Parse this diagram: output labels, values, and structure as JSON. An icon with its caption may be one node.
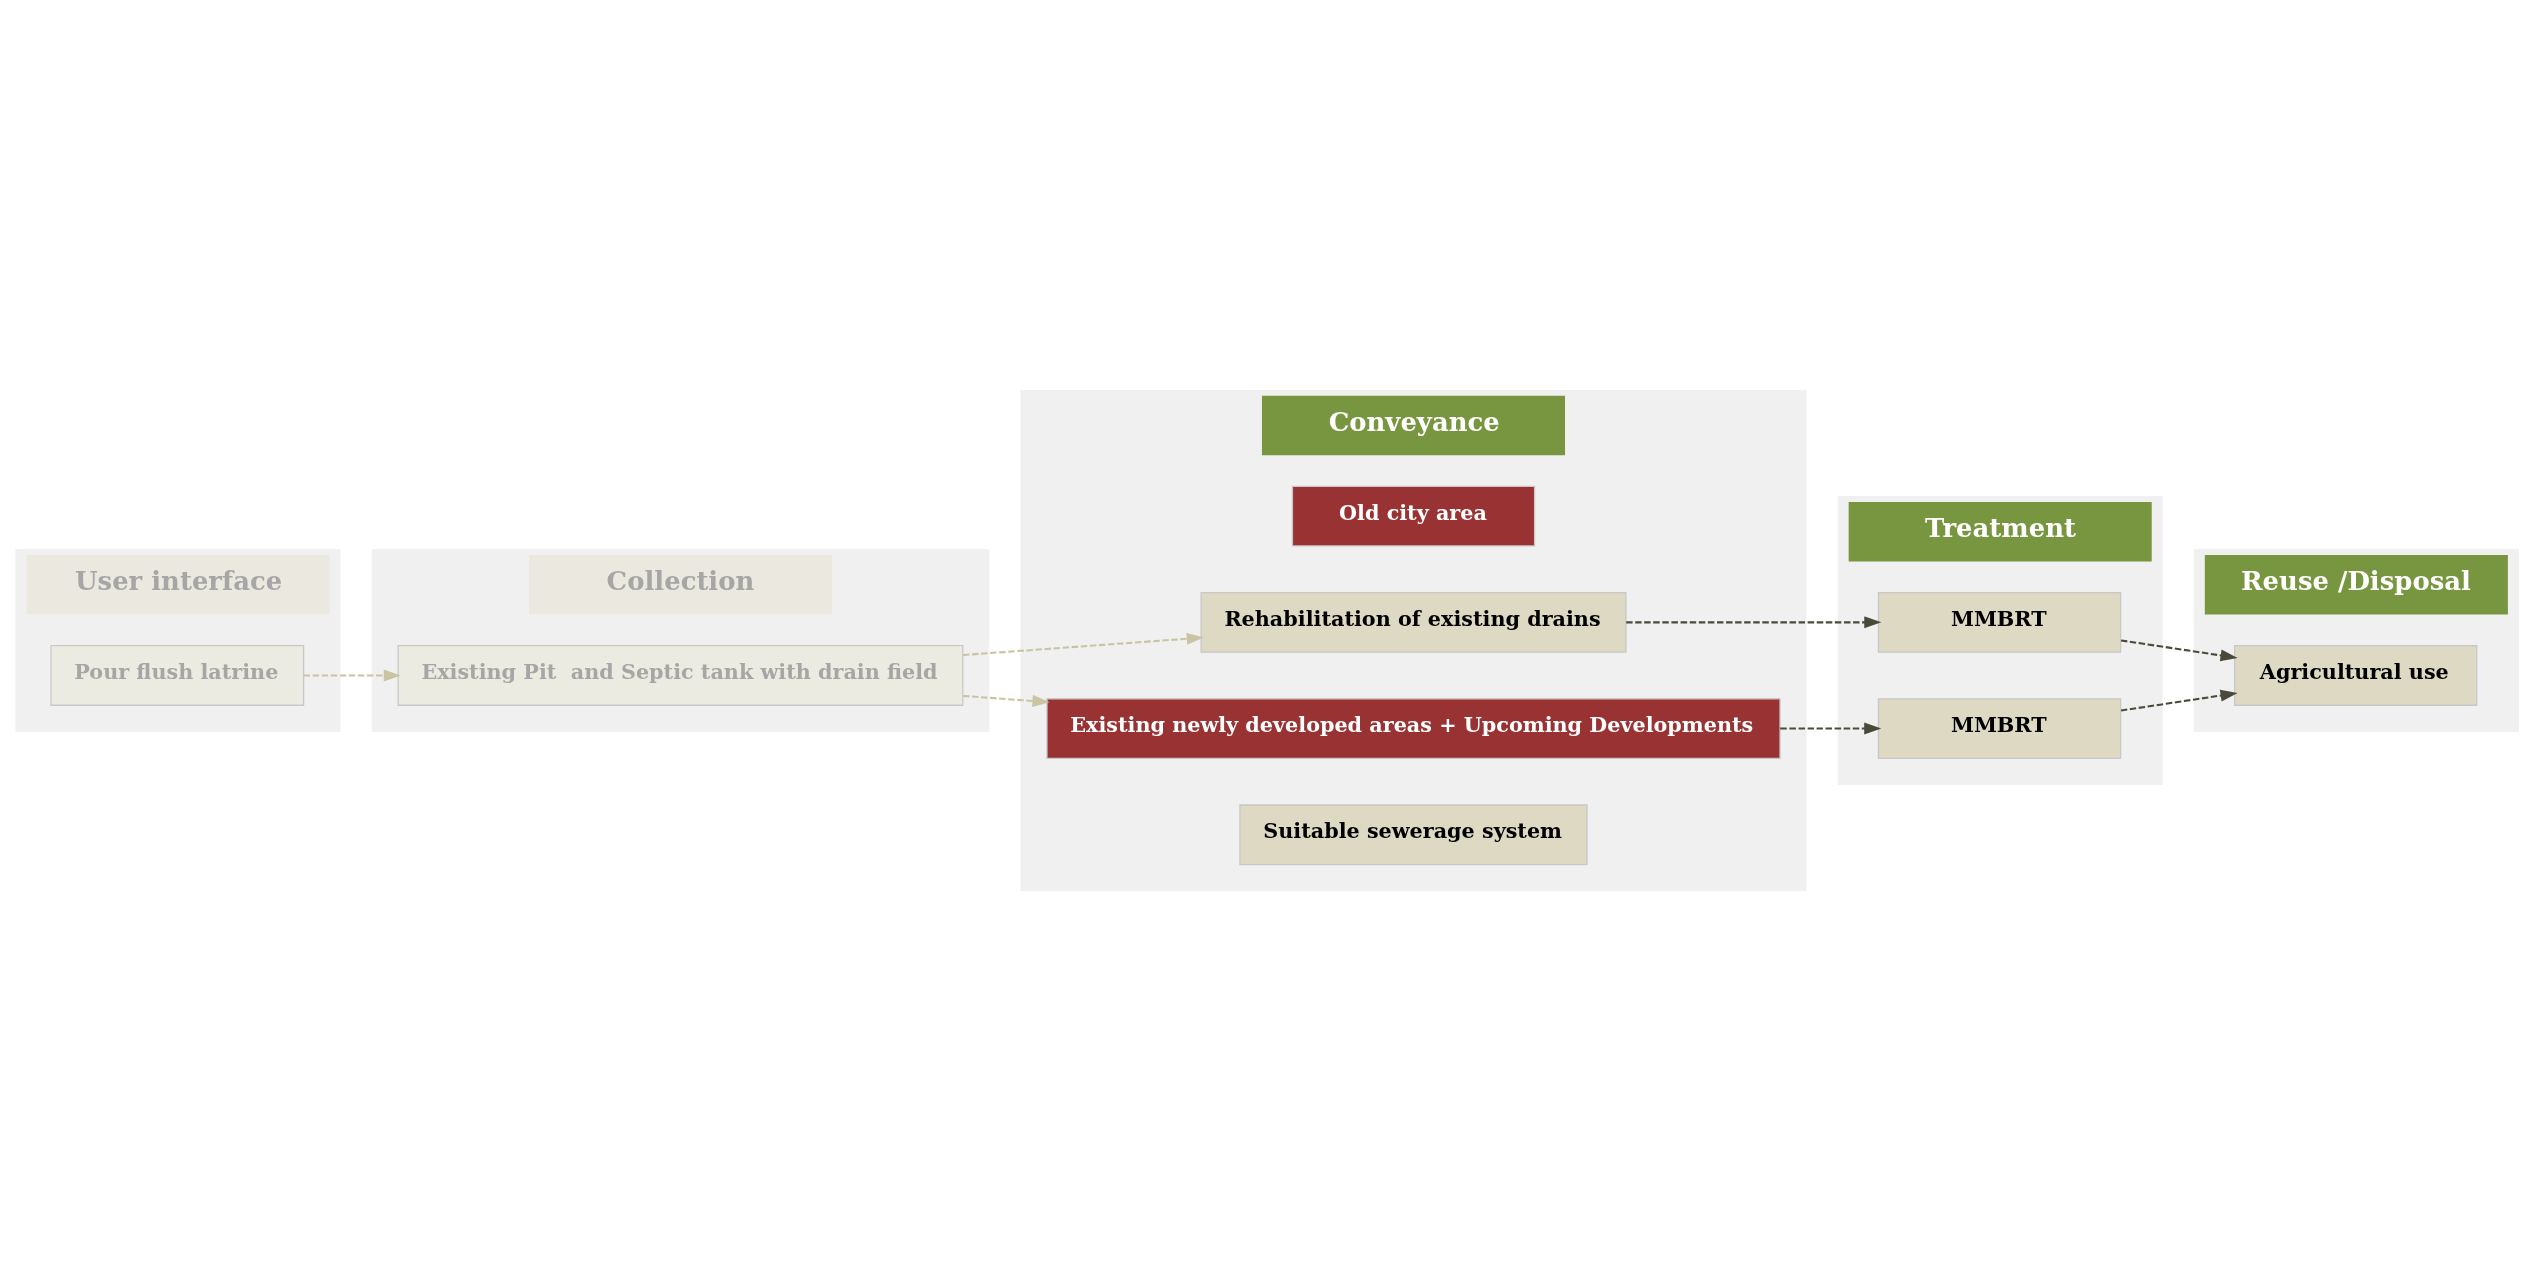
{
  "diagram": {
    "nodes": [
      {
        "text": [
          "User interface"
        ]
      },
      {
        "text": [
          "Pour flush latrine"
        ],
        "in": 0
      },
      {
        "text": [
          "Collection"
        ]
      },
      {
        "text": [
          "Existing Pit  and Septic tank with drain field"
        ],
        "in": 2
      },
      {
        "text": [
          "Conveyance"
        ]
      },
      {
        "text": [
          "Old city area"
        ],
        "in": 4
      },
      {
        "text": [
          "Rehabilitation of existing drains"
        ],
        "in": 4
      },
      {
        "text": [
          "Existing newly developed areas + Upcoming Developments"
        ],
        "in": 4
      },
      {
        "text": [
          "Suitable sewerage system"
        ],
        "in": 4
      },
      {
        "text": [
          "Treatment"
        ]
      },
      {
        "text": [
          "MMBRT"
        ],
        "in": 9
      },
      {
        "text": [
          "MMBRT"
        ],
        "in": 9
      },
      {
        "text": [
          "Reuse /Disposal"
        ]
      },
      {
        "text": [
          "Agricultural use"
        ],
        "in": 12
      }
    ],
    "edges": [
      {
        "from": 1,
        "to": 3,
        "arrow": "to",
        "style": "dashed",
        "color": "#c9c4a2"
      },
      {
        "from": 3,
        "to": 6,
        "arrow": "to",
        "style": "dashed",
        "color": "#c9c4a2"
      },
      {
        "from": 3,
        "to": 7,
        "arrow": "to",
        "style": "dashed",
        "color": "#c9c4a2"
      },
      {
        "from": 6,
        "to": 10,
        "arrow": "to",
        "style": "dashed"
      },
      {
        "from": 7,
        "to": 11,
        "arrow": "to",
        "style": "dashed"
      },
      {
        "from": 10,
        "to": 13,
        "arrow": "to",
        "style": "dashed"
      },
      {
        "from": 11,
        "to": 13,
        "arrow": "to",
        "style": "dashed"
      }
    ]
  }
}
